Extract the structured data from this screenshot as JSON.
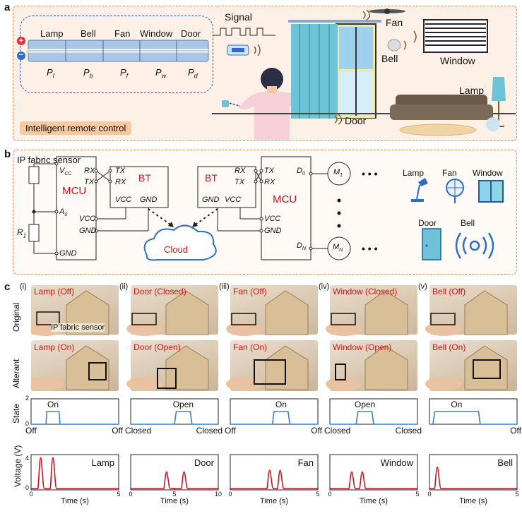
{
  "panels": {
    "a": "a",
    "b": "b",
    "c": "c"
  },
  "panel_a": {
    "strip_labels": [
      "Lamp",
      "Bell",
      "Fan",
      "Window",
      "Door"
    ],
    "power_labels": [
      "P",
      "P",
      "P",
      "P",
      "P"
    ],
    "power_subs": [
      "l",
      "b",
      "f",
      "w",
      "d"
    ],
    "plus": "+",
    "minus": "−",
    "signal_label": "Signal",
    "fan_label": "Fan",
    "bell_label": "Bell",
    "window_label": "Window",
    "lamp_label": "Lamp",
    "door_label": "Door",
    "remote_label": "Intelligent remote control",
    "colors": {
      "box_fill": "#fdf0e6",
      "box_border": "#e08a5a",
      "strip": "#a9c6e6",
      "curtain": "#6fc3d6",
      "remote_bg": "#f7c9a0"
    }
  },
  "panel_b": {
    "sensor_label": "IP fabric sensor",
    "vcc": "V",
    "vcc_sub": "CC",
    "a0": "A",
    "a0_sub": "0",
    "r1": "R",
    "r1_sub": "1",
    "gnd": "GND",
    "mcu": "MCU",
    "bt": "BT",
    "rx": "RX",
    "tx": "TX",
    "vcc_pin": "VCC",
    "cloud": "Cloud",
    "d0": "D",
    "d0_sub": "0",
    "dn": "D",
    "dn_sub": "N",
    "m1": "M",
    "m1_sub": "1",
    "mn": "M",
    "mn_sub": "N",
    "ellipsis": "• • •",
    "device_labels": [
      "Lamp",
      "Fan",
      "Window",
      "Door",
      "Bell"
    ],
    "colors": {
      "red_text": "#c4161c",
      "cloud_text": "#c4161c",
      "cloud_stroke": "#2d6fc4"
    }
  },
  "panel_c": {
    "roman": [
      "(i)",
      "(ii)",
      "(iii)",
      "(iv)",
      "(v)"
    ],
    "original_captions": [
      "Lamp (Off)",
      "Door (Closed)",
      "Fan (Off)",
      "Window (Closed)",
      "Bell (Off)"
    ],
    "alterant_captions": [
      "Lamp (On)",
      "Door (Open)",
      "Fan (On)",
      "Window (Open)",
      "Bell (On)"
    ],
    "sensor_annotation": "IP fabric sensor",
    "row_labels": {
      "original": "Original",
      "alterant": "Alterant"
    },
    "state_axis": {
      "label": "State",
      "ticks": [
        "0",
        "2"
      ]
    },
    "voltage_axis": {
      "label": "Voltage (V)",
      "ticks": [
        "0",
        "4"
      ]
    },
    "state_annotations": [
      {
        "left": "Off",
        "mid": "On",
        "right": "Off"
      },
      {
        "left": "Closed",
        "mid": "Open",
        "right": "Closed"
      },
      {
        "left": "Off",
        "mid": "On",
        "right": "Off"
      },
      {
        "left": "Closed",
        "mid": "Open",
        "right": "Closed"
      },
      {
        "left": "",
        "mid": "On",
        "right": "Off"
      }
    ],
    "voltage_titles": [
      "Lamp",
      "Door",
      "Fan",
      "Window",
      "Bell"
    ],
    "time_label": "Time (s)",
    "x_ticks": [
      [
        "0",
        "5"
      ],
      [
        "0",
        "5",
        "10"
      ],
      [
        "0",
        "5"
      ],
      [
        "0",
        "5"
      ],
      [
        "0",
        "5"
      ]
    ],
    "colors": {
      "state_line": "#3a7fd0",
      "voltage_line": "#c4161c"
    }
  },
  "chart_data": [
    {
      "type": "line",
      "panel": "(i) state",
      "x": [
        0,
        0.85,
        0.9,
        1.6,
        1.65,
        5
      ],
      "y": [
        0,
        0,
        1,
        1,
        0,
        0
      ],
      "ylim": [
        0,
        2
      ],
      "xlim": [
        0,
        5
      ],
      "ylabel": "State"
    },
    {
      "type": "line",
      "panel": "(ii) state",
      "x": [
        0,
        5.0,
        5.2,
        6.8,
        7.0,
        10
      ],
      "y": [
        0,
        0,
        1,
        1,
        0,
        0
      ],
      "ylim": [
        0,
        2
      ],
      "xlim": [
        0,
        10
      ]
    },
    {
      "type": "line",
      "panel": "(iii) state",
      "x": [
        0,
        2.4,
        2.5,
        3.3,
        3.4,
        5
      ],
      "y": [
        0,
        0,
        1,
        1,
        0,
        0
      ],
      "ylim": [
        0,
        2
      ],
      "xlim": [
        0,
        5
      ]
    },
    {
      "type": "line",
      "panel": "(iv) state",
      "x": [
        0,
        1.5,
        1.6,
        2.4,
        2.5,
        5
      ],
      "y": [
        0,
        0,
        1,
        1,
        0,
        0
      ],
      "ylim": [
        0,
        2
      ],
      "xlim": [
        0,
        5
      ]
    },
    {
      "type": "line",
      "panel": "(v) state",
      "x": [
        0,
        0.2,
        0.3,
        2.8,
        2.9,
        5
      ],
      "y": [
        0,
        0,
        1,
        1,
        0,
        0
      ],
      "ylim": [
        0,
        2
      ],
      "xlim": [
        0,
        5
      ]
    },
    {
      "type": "line",
      "panel": "(i) voltage",
      "peaks": [
        0.6,
        1.3
      ],
      "peak_height": 4.1,
      "ylim": [
        0,
        4.5
      ],
      "xlim": [
        0,
        5
      ],
      "xlabel": "Time (s)",
      "ylabel": "Voltage (V)"
    },
    {
      "type": "line",
      "panel": "(ii) voltage",
      "peaks": [
        4.2,
        6.2
      ],
      "peak_height": 2.3,
      "ylim": [
        0,
        4.5
      ],
      "xlim": [
        0,
        10
      ],
      "xlabel": "Time (s)"
    },
    {
      "type": "line",
      "panel": "(iii) voltage",
      "peaks": [
        2.3,
        2.9
      ],
      "peak_height": 2.5,
      "ylim": [
        0,
        4.5
      ],
      "xlim": [
        0,
        5
      ],
      "xlabel": "Time (s)"
    },
    {
      "type": "line",
      "panel": "(iv) voltage",
      "peaks": [
        1.3,
        1.9
      ],
      "peak_height": 2.3,
      "ylim": [
        0,
        4.5
      ],
      "xlim": [
        0,
        5
      ],
      "xlabel": "Time (s)"
    },
    {
      "type": "line",
      "panel": "(v) voltage",
      "peaks": [
        0.5
      ],
      "peak_height": 2.9,
      "ylim": [
        0,
        4.5
      ],
      "xlim": [
        0,
        5
      ],
      "xlabel": "Time (s)"
    }
  ]
}
